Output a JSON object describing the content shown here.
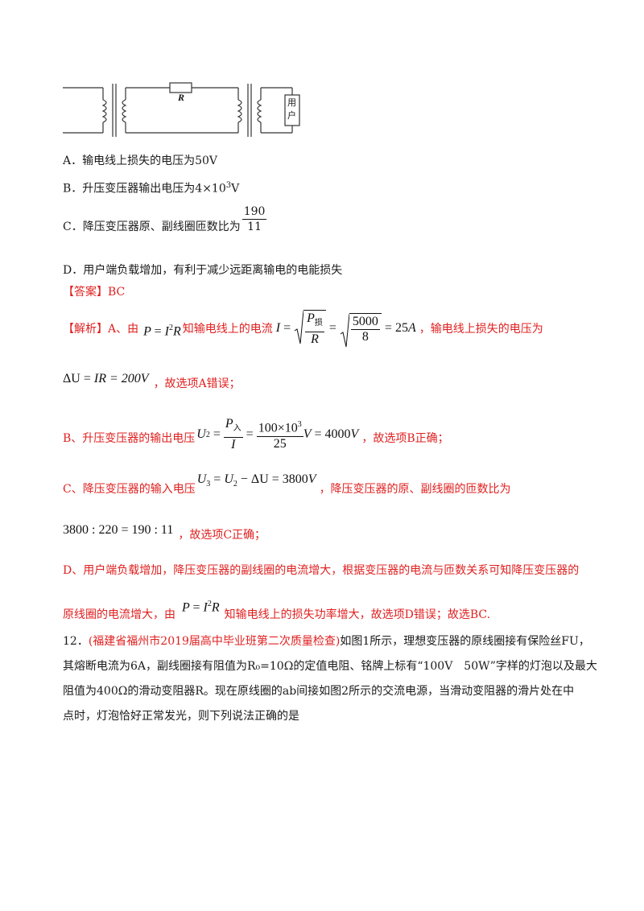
{
  "diagram": {
    "resistor_label": "R",
    "user_box": "用户"
  },
  "options": {
    "A": "A．输电线上损失的电压为50V",
    "B_prefix": "B．升压变压器输出电压为4×10",
    "B_exp": "3",
    "B_suffix": "V",
    "C_prefix": "C．降压变压器原、副线圈匝数比为",
    "C_num": "190",
    "C_den": "11",
    "D": "D．用户端负载增加，有利于减少远距离输电的电能损失"
  },
  "answer": {
    "label": "【答案】",
    "value": "BC"
  },
  "analysis": {
    "label": "【解析】",
    "A_intro": "A、由",
    "A_mid": "知输电线上的电流",
    "A_end": "，输电线上损失的电压为",
    "A_conclusion": "，故选项A错误；",
    "B_intro": "B、升压变压器的输出电压",
    "B_end": "，故选项B正确；",
    "C_intro": "C、降压变压器的输入电压",
    "C_end": "，降压变压器的原、副线圈的匝数比为",
    "C_conclusion": "，故选项C正确；",
    "D_line1": "D、用户端负载增加，降压变压器的副线圈的电流增大，根据变压器的电流与匝数关系可知降压变压器的",
    "D_line2_a": "原线圈的电流增大，由",
    "D_line2_b": "知输电线上的损失功率增大，故选项D错误；故选BC."
  },
  "math": {
    "P": "P",
    "I": "I",
    "R": "R",
    "U": "U",
    "V": "V",
    "A": "A",
    "eq": "=",
    "minus": "−",
    "delta_U": "ΔU",
    "sq": "2",
    "sub_loss": "损",
    "sub_in": "入",
    "sub2": "2",
    "sub3": "3",
    "n5000": "5000",
    "n8": "8",
    "r25A": "25",
    "drop": "IR = 200",
    "n100e3": "100×10",
    "e3": "3",
    "n25": "25",
    "r4000": "4000",
    "r3800": "3800",
    "ratio": "3800 : 220 = 190 : 11"
  },
  "question12": {
    "number": "12．",
    "source": "(福建省福州市2019届高中毕业班第二次质量检查)",
    "line1": "如图1所示，理想变压器的原线圈接有保险丝FU，",
    "line2": "其熔断电流为6A，副线圈接有阻值为R₀=10Ω的定值电阻、铭牌上标有“100V　50W”字样的灯泡以及最大",
    "line3": "阻值为400Ω的滑动变阻器R。现在原线圈的ab间接如图2所示的交流电源，当滑动变阻器的滑片处在中",
    "line4": "点时，灯泡恰好正常发光，则下列说法正确的是"
  }
}
